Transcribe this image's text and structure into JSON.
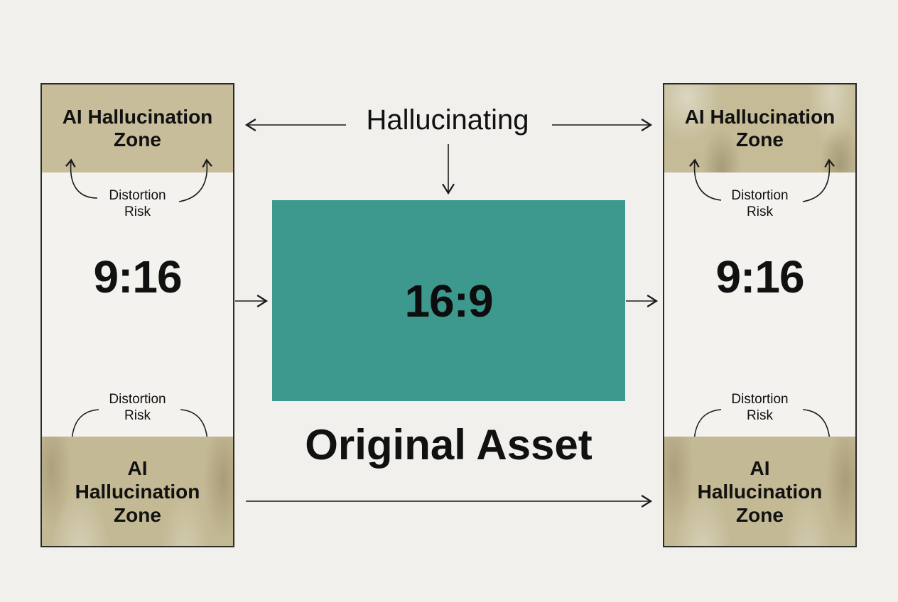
{
  "heading": "Hallucinating",
  "caption": "Original Asset",
  "center": {
    "ratio": "16:9",
    "color": "#3d998d"
  },
  "left_panel": {
    "top_zone": "AI Hallucination Zone",
    "bottom_zone": "AI Hallucination Zone",
    "top_risk": "Distortion Risk",
    "bottom_risk": "Distortion Risk",
    "ratio": "9:16"
  },
  "right_panel": {
    "top_zone": "AI Hallucination Zone",
    "bottom_zone": "AI Hallucination Zone",
    "top_risk": "Distortion Risk",
    "bottom_risk": "Distortion Risk",
    "ratio": "9:16"
  },
  "colors": {
    "background": "#f1f0ec",
    "zone": "#c7bd9a",
    "line": "#1a1a1a"
  }
}
